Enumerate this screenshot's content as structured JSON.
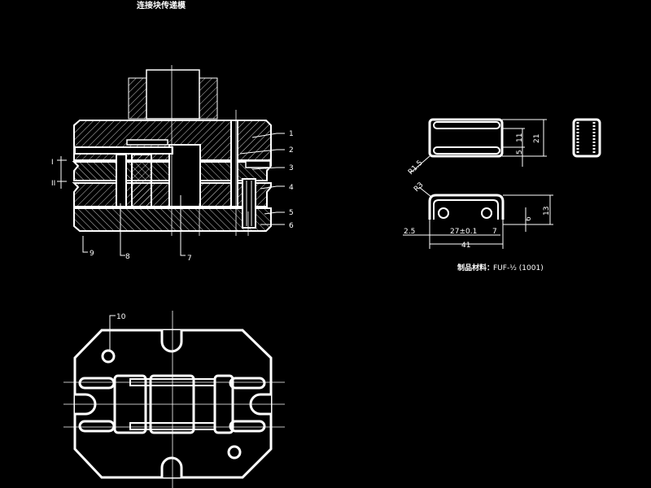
{
  "title": "连接块传递模",
  "section_view": {
    "part_labels": [
      "1",
      "2",
      "3",
      "4",
      "5",
      "6",
      "7",
      "8",
      "9"
    ],
    "section_marks": [
      "I",
      "II"
    ]
  },
  "plan_view": {
    "part_label": "10"
  },
  "part_drawing": {
    "dims": {
      "r15": "R1.5",
      "r3": "R3",
      "d11": "11",
      "d5": "5",
      "d21": "21",
      "d13": "13",
      "d6": "6",
      "d2_5": "2.5",
      "d27": "27±0.1",
      "d7": "7",
      "d41": "41"
    },
    "material_label": "制品材料：",
    "material_value": "FUF-½ (1001)"
  },
  "colors": {
    "background": "#000000",
    "lines": "#ffffff"
  }
}
